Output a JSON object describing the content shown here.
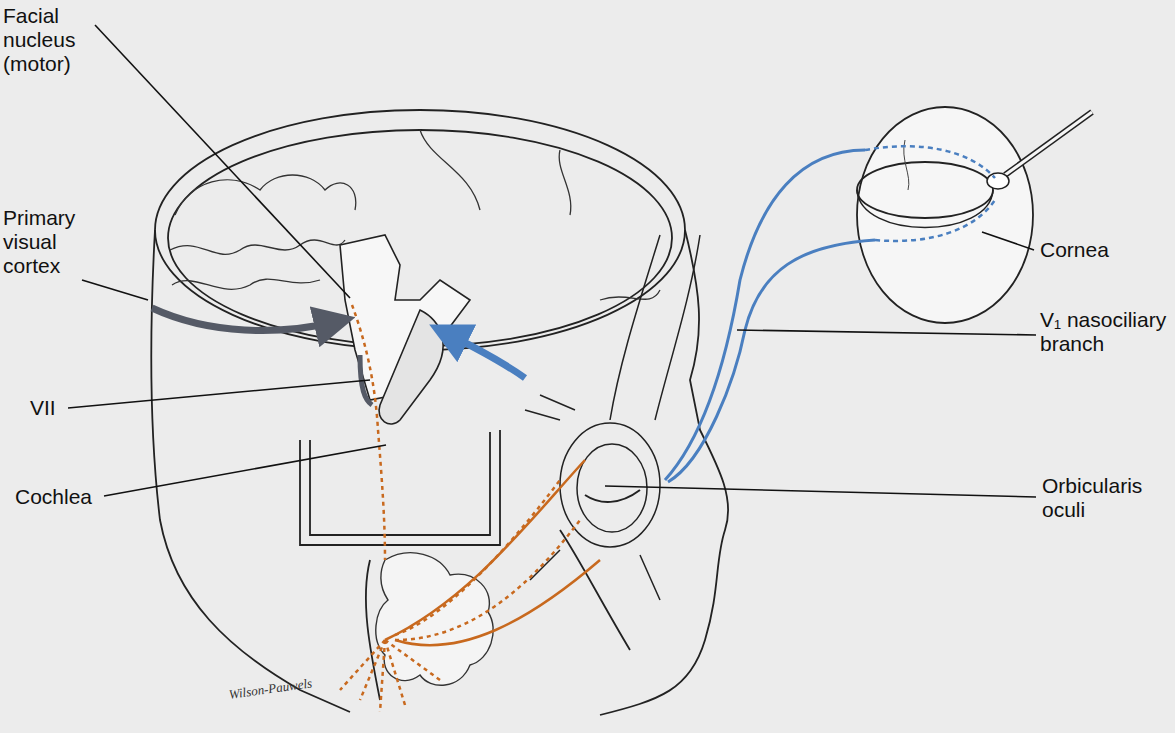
{
  "diagram": {
    "labels": [
      "Facial nucleus (motor)",
      "Primary visual cortex",
      "VII",
      "Cochlea",
      "Cornea",
      "V₁ nasociliary branch",
      "Orbicularis oculi",
      "Wilson-Pauwels"
    ]
  }
}
